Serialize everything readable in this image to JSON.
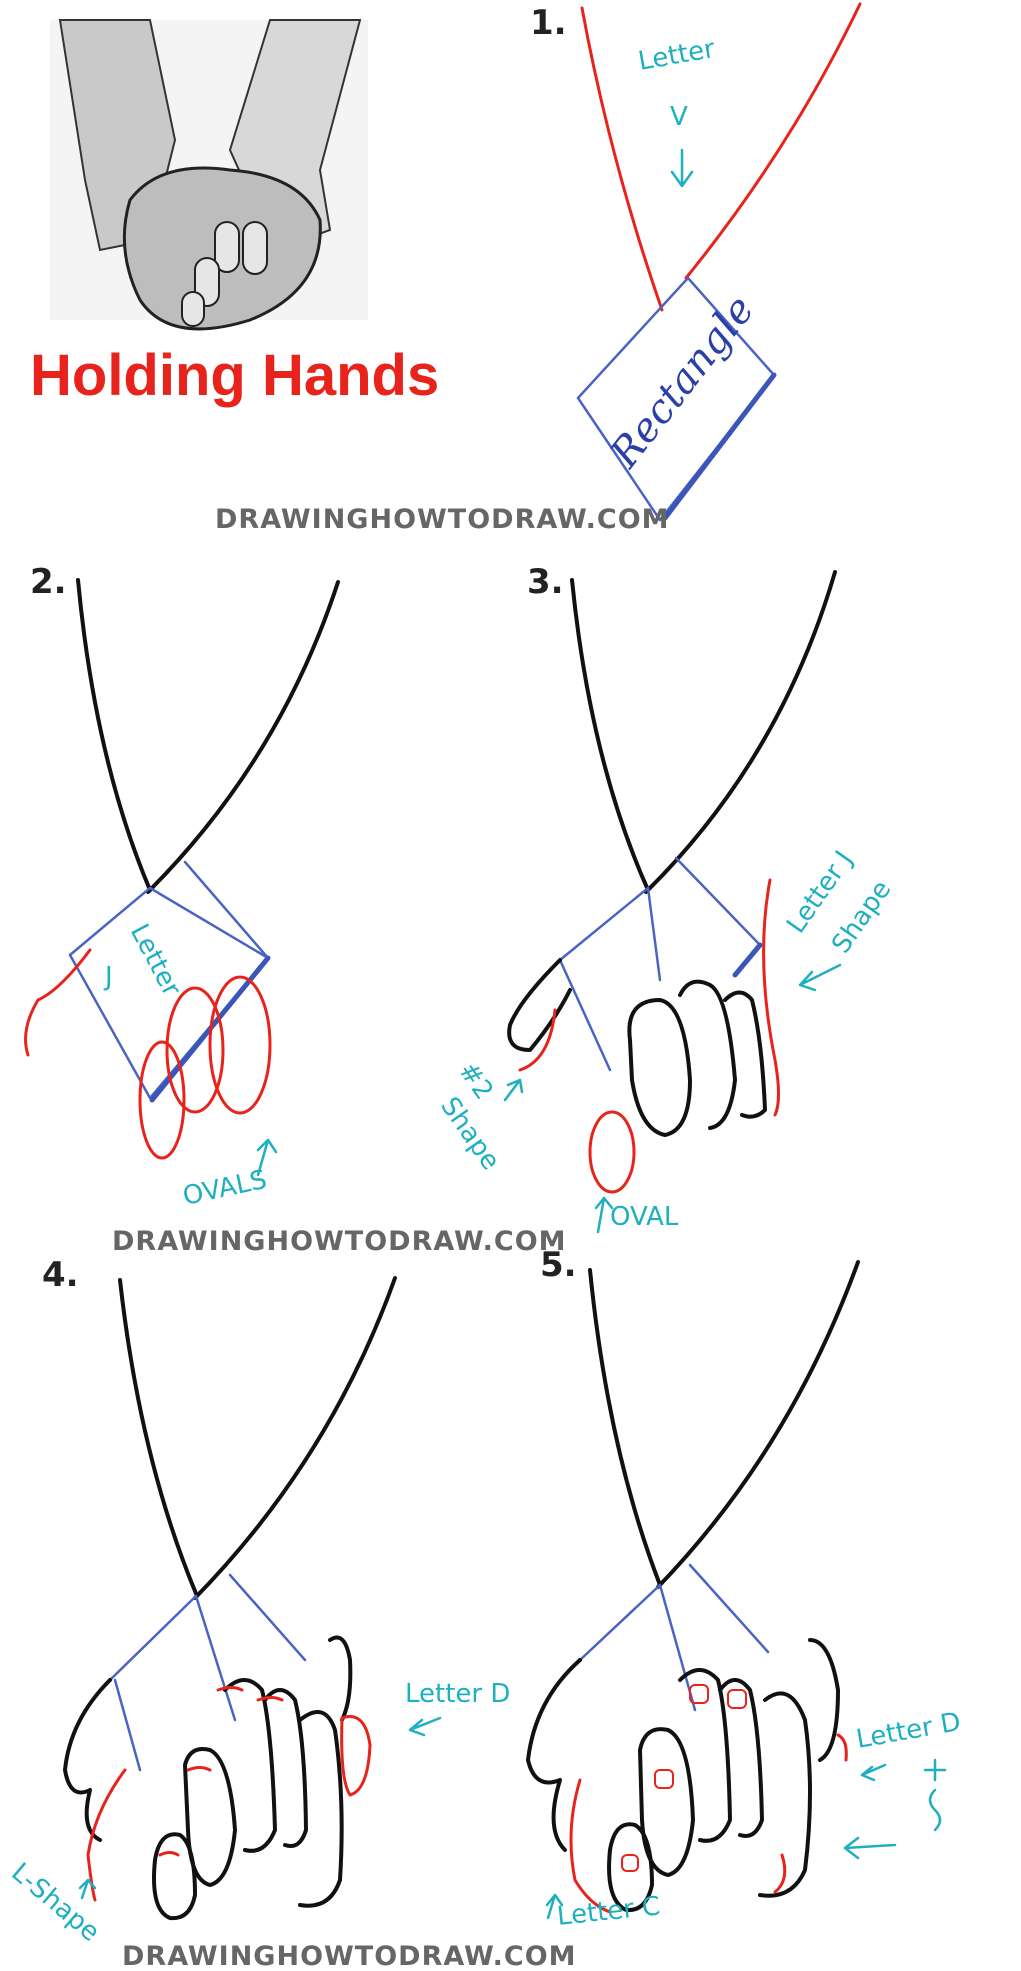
{
  "header": {
    "title": "Holding Hands",
    "site": "DRAWINGHOWTODRAW.COM"
  },
  "steps": [
    {
      "number": "1.",
      "notes": [
        "Letter",
        "V",
        "Rectangle"
      ]
    },
    {
      "number": "2.",
      "notes": [
        "Letter",
        "J",
        "OVALS"
      ]
    },
    {
      "number": "3.",
      "notes": [
        "Letter J",
        "Shape",
        "#2",
        "Shape",
        "OVAL"
      ]
    },
    {
      "number": "4.",
      "notes": [
        "Letter D",
        "L-Shape"
      ]
    },
    {
      "number": "5.",
      "notes": [
        "Letter D",
        "Letter C"
      ]
    }
  ],
  "colors": {
    "title": "#e8231b",
    "guide_red": "#e8231b",
    "guide_blue": "#4a64c4",
    "notes_teal": "#1fb0c0",
    "ink": "#111111",
    "site_gray": "#666666"
  }
}
